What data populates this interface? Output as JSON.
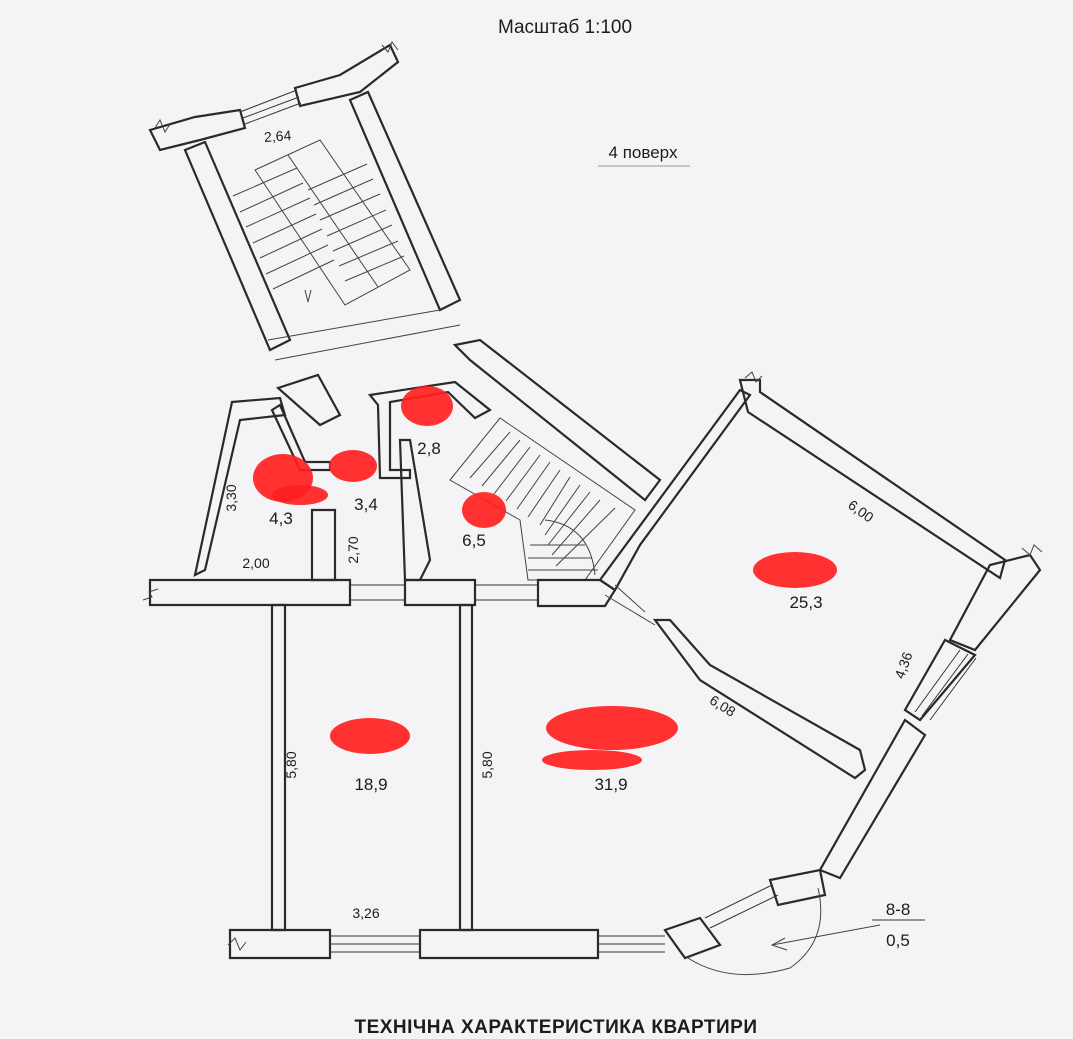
{
  "drawing": {
    "scale": "Масштаб 1:100",
    "floor": "4 поверх",
    "footer_title": "ТЕХНІЧНА ХАРАКТЕРИСТИКА КВАРТИРИ"
  },
  "areas": {
    "small_left": "4,3",
    "corridor": "3,4",
    "top_small": "2,8",
    "hall": "6,5",
    "room_right": "25,3",
    "room_left": "18,9",
    "room_center": "31,9",
    "balcony": "0,5"
  },
  "balcony_id": "8-8",
  "dimensions": {
    "stair_width": "2,64",
    "left_height": "3,30",
    "left_width": "2,00",
    "corridor_len": "2,70",
    "room_right_top": "6,00",
    "room_right_side": "4,36",
    "room_center_diag": "6,08",
    "room_left_height": "5,80",
    "room_center_height": "5,80",
    "room_left_width": "3,26"
  },
  "redaction_color": "#ff2020"
}
